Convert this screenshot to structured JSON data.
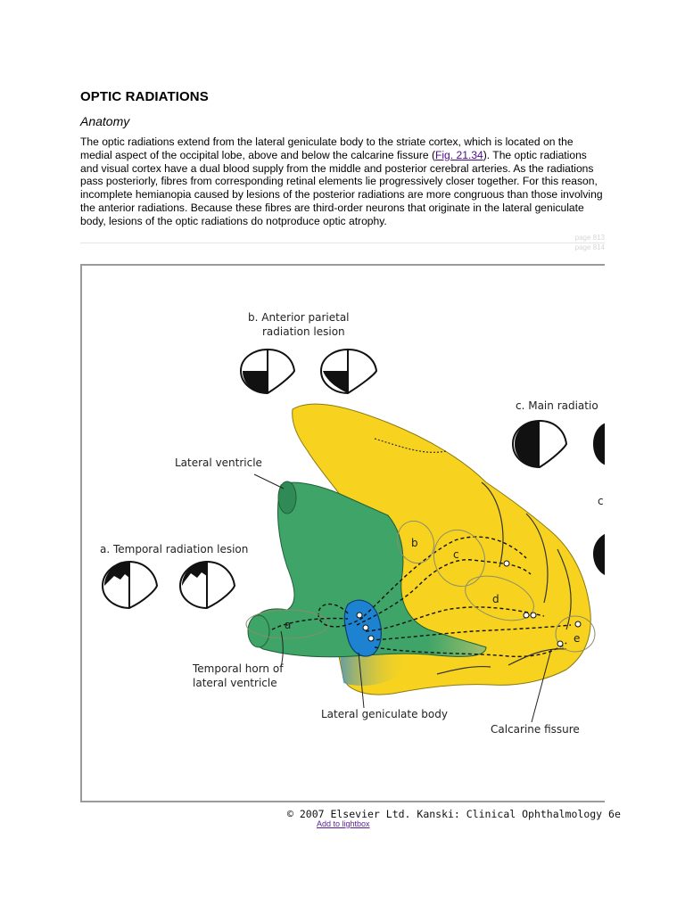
{
  "section": {
    "title": "OPTIC RADIATIONS",
    "subtitle": "Anatomy"
  },
  "paragraph": {
    "before_link": "The optic radiations extend from the lateral geniculate body to the striate cortex, which is located on the medial aspect of the occipital lobe, above and below the calcarine fissure (",
    "link_text": "Fig. 21.34",
    "after_link": "). The optic radiations and visual cortex have a dual blood supply from the middle and posterior cerebral arteries. As the radiations pass posteriorly, fibres from corresponding retinal elements lie progressively closer together. For this reason, incomplete hemianopia caused by lesions of the posterior radiations are more congruous than those involving the anterior radiations. Because these fibres are third-order neurons that originate in the lateral geniculate body, lesions of the optic radiations do notproduce optic atrophy."
  },
  "page_markers": [
    "page 813",
    "page 814"
  ],
  "figure": {
    "label_b_line1": "b. Anterior parietal",
    "label_b_line2": "radiation lesion",
    "label_c": "c. Main radiatio",
    "label_a": "a. Temporal radiation lesion",
    "label_lateral_ventricle": "Lateral ventricle",
    "label_temporal_horn_line1": "Temporal horn of",
    "label_temporal_horn_line2": "lateral ventricle",
    "label_lgb": "Lateral geniculate body",
    "label_calcarine": "Calcarine fissure",
    "region_a": "a",
    "region_b": "b",
    "region_c": "c",
    "region_d": "d",
    "region_e": "e",
    "colors": {
      "cortex": "#f7d31f",
      "ventricle": "#3fa468",
      "lgb": "#1d82cf"
    }
  },
  "copyright": "© 2007 Elsevier Ltd. Kanski: Clinical Ophthalmology 6e",
  "lightbox_link": "Add to lightbox"
}
